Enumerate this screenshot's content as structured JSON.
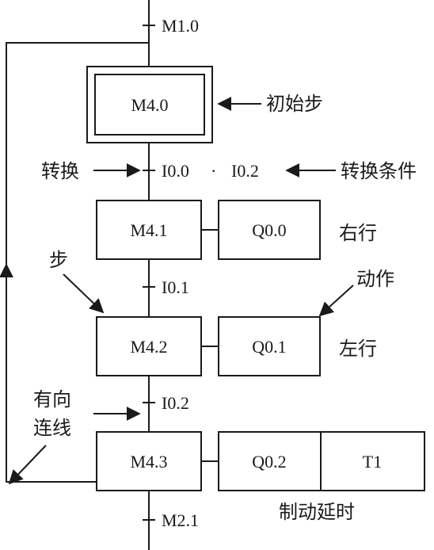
{
  "diagram": {
    "transitions": {
      "top": "M1.0",
      "t1_left": "I0.0",
      "t1_dot": "·",
      "t1_right": "I0.2",
      "t2": "I0.1",
      "t3": "I0.2",
      "bottom": "M2.1"
    },
    "steps": {
      "initial": "M4.0",
      "s1": "M4.1",
      "s2": "M4.2",
      "s3": "M4.3"
    },
    "actions": {
      "a1": "Q0.0",
      "a2": "Q0.1",
      "a3a": "Q0.2",
      "a3b": "T1"
    },
    "labels": {
      "initial_step": "初始步",
      "transition": "转换",
      "transition_condition": "转换条件",
      "step": "步",
      "action": "动作",
      "right_move": "右行",
      "left_move": "左行",
      "directed_line_1": "有向",
      "directed_line_2": "连线",
      "brake_delay": "制动延时"
    },
    "colors": {
      "stroke": "#1a1a1a",
      "background": "#ffffff"
    }
  }
}
